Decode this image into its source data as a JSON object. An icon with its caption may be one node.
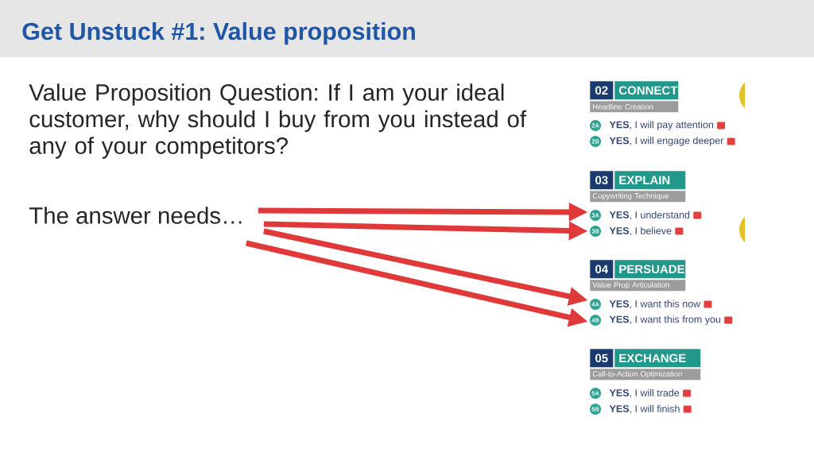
{
  "diagram": {
    "title": "Get Unstuck #1: Value proposition",
    "nodes": [
      {
        "text": [
          "The answer needs…"
        ]
      },
      {
        "text": [
          "02"
        ]
      },
      {
        "text": [
          "CONNECT"
        ]
      },
      {
        "text": [
          "Headline Creation"
        ]
      },
      {
        "text": [
          "2A"
        ],
        "beside": [
          "**YES**, I will pay attention"
        ]
      },
      {
        "text": [
          "2B"
        ],
        "beside": [
          "**YES**, I will engage deeper"
        ]
      },
      {
        "text": [
          "03"
        ]
      },
      {
        "text": [
          "EXPLAIN"
        ]
      },
      {
        "text": [
          "Copywriting Technique"
        ]
      },
      {
        "text": [
          "3A"
        ],
        "beside": [
          "**YES**, I understand"
        ]
      },
      {
        "text": [
          "3B"
        ],
        "beside": [
          "**YES**, I believe"
        ]
      },
      {
        "text": [
          "04"
        ]
      },
      {
        "text": [
          "PERSUADE"
        ]
      },
      {
        "text": [
          "Value Prop Articulation"
        ]
      },
      {
        "text": [
          "4A"
        ],
        "beside": [
          "**YES**, I want this now"
        ]
      },
      {
        "text": [
          "4B"
        ],
        "beside": [
          "**YES**, I want this from you"
        ]
      },
      {
        "text": [
          "05"
        ]
      },
      {
        "text": [
          "EXCHANGE"
        ]
      },
      {
        "text": [
          "Call-to-Action Optimization"
        ]
      },
      {
        "text": [
          "5A"
        ],
        "beside": [
          "**YES**, I will trade"
        ]
      },
      {
        "text": [
          "5B"
        ],
        "beside": [
          "**YES**, I will finish"
        ]
      }
    ],
    "edges": [
      {
        "from": 0,
        "to": 9,
        "arrow": "to"
      },
      {
        "from": 0,
        "to": 10,
        "arrow": "to"
      },
      {
        "from": 0,
        "to": 14,
        "arrow": "to"
      },
      {
        "from": 0,
        "to": 15,
        "arrow": "to"
      }
    ],
    "labels": [
      "Value Proposition Question: If I am your ideal customer, why should I buy from you instead of any of your competitors?"
    ]
  }
}
